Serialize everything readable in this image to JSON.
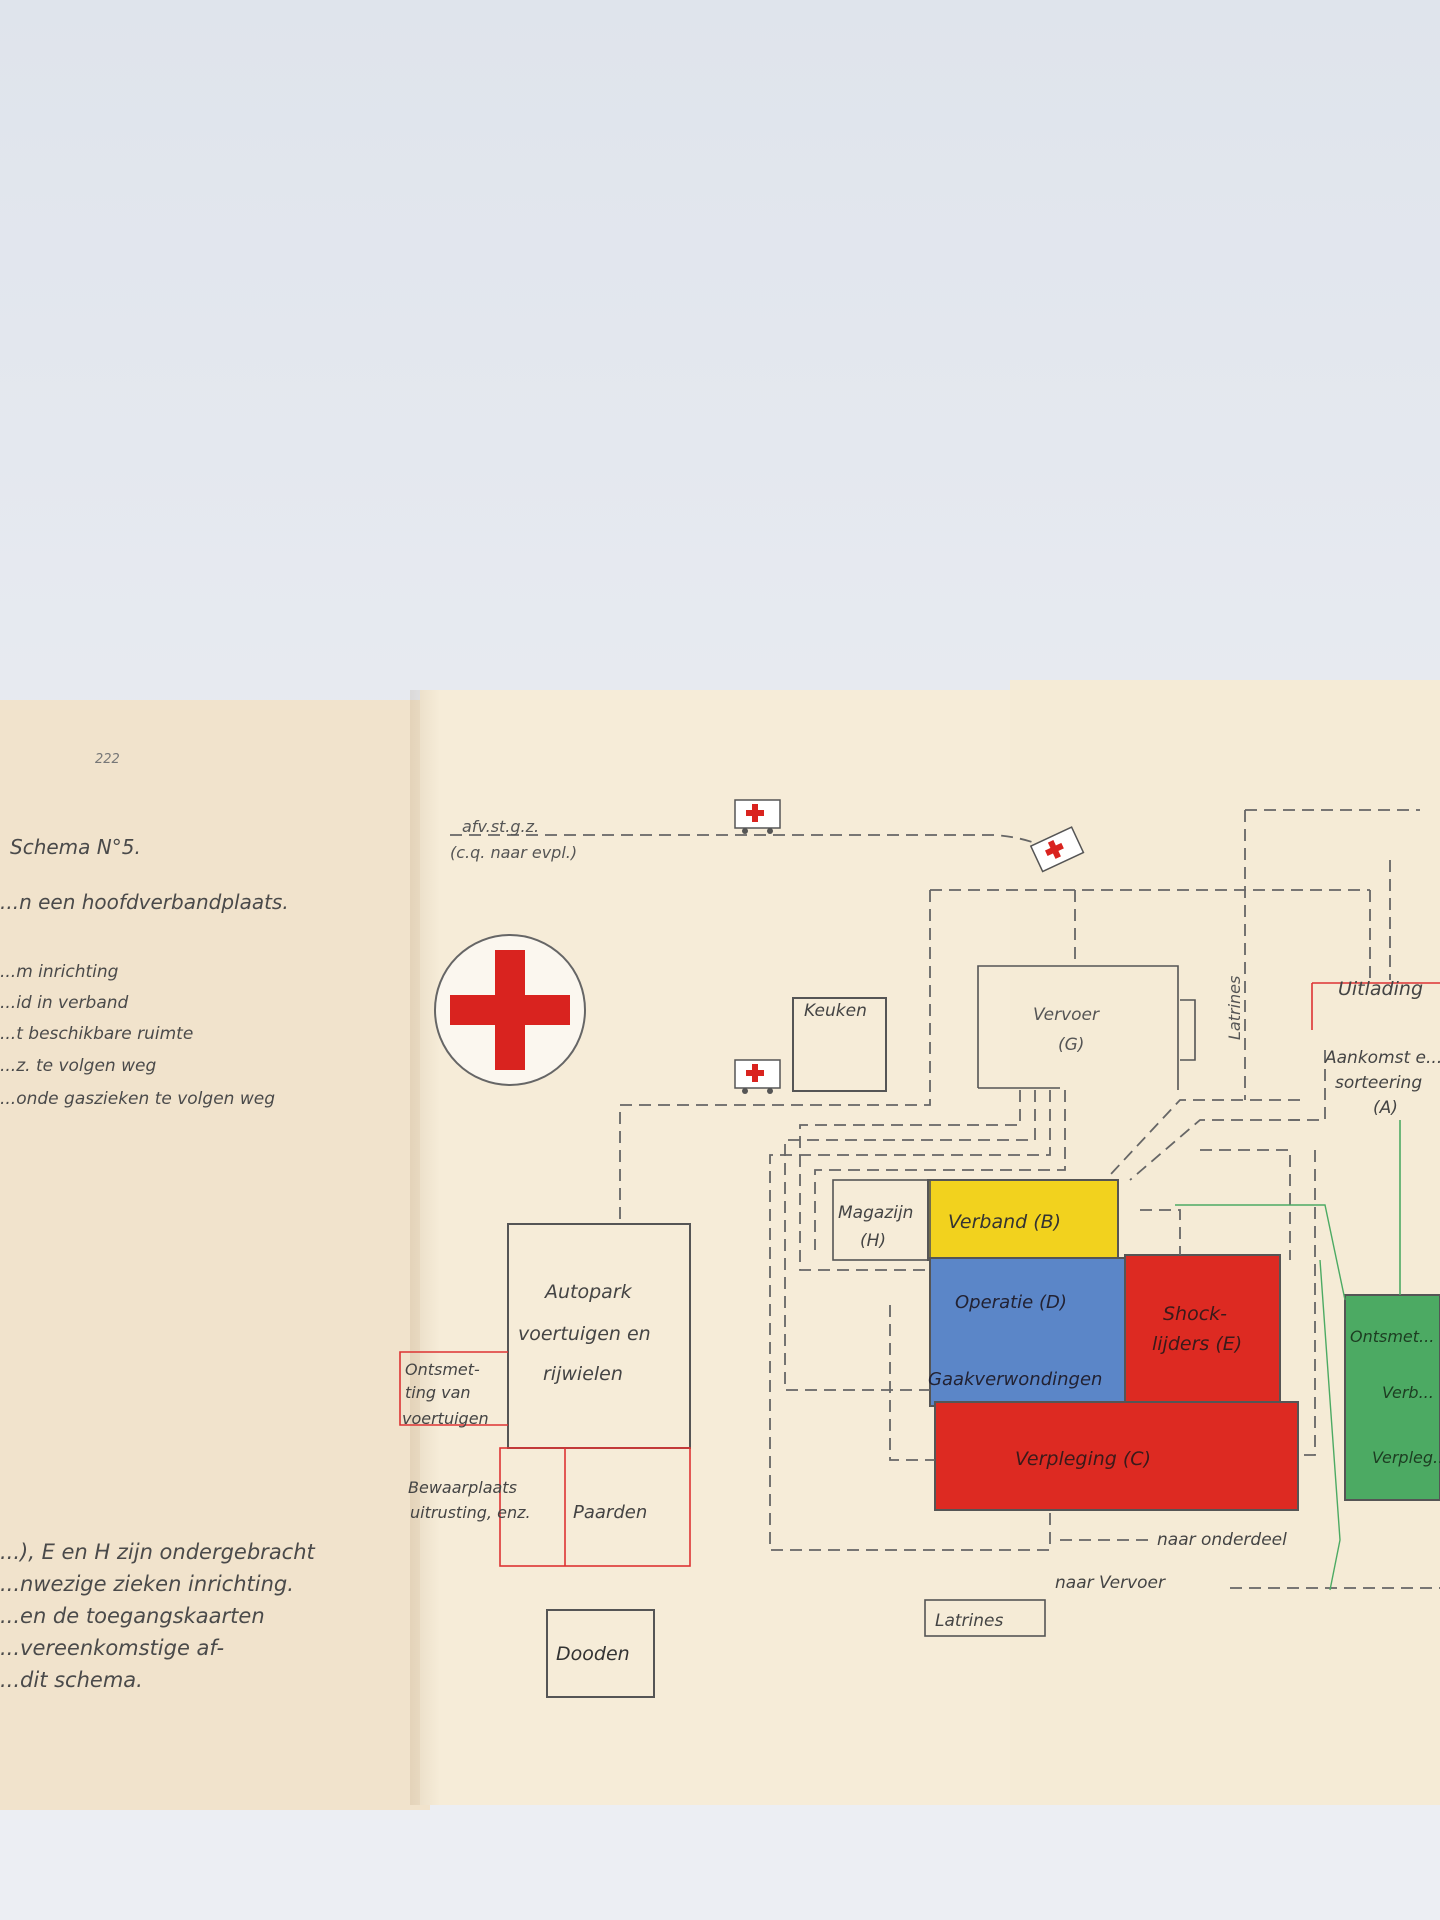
{
  "page_number": "222",
  "schema_title": "Schema N°5.",
  "subtitle": "...n een hoofdverbandplaats.",
  "legend_lines": [
    "...m inrichting",
    "...id in verband",
    "...t beschikbare ruimte",
    "...z. te volgen weg",
    "...onde gaszieken te volgen weg"
  ],
  "footnote_lines": [
    "...), E en H zijn ondergebracht",
    "...nwezige zieken inrichting.",
    "...en de toegangskaarten",
    "...vereenkomstige af-",
    "...dit schema."
  ],
  "route_label_1": "afv.st.g.z.",
  "route_label_2": "(c.q. naar evpl.)",
  "rooms": {
    "keuken": "Keuken",
    "vervoer": "Vervoer",
    "vervoer_code": "(G)",
    "latrines_vertical": "Latrines",
    "uitlading": "Uitlading",
    "aankomst_1": "Aankomst e...",
    "aankomst_2": "sorteering",
    "aankomst_code": "(A)",
    "magazijn": "Magazijn",
    "magazijn_code": "(H)",
    "verband": "Verband (B)",
    "operatie": "Operatie (D)",
    "shock_1": "Shock-",
    "shock_2": "lijders (E)",
    "gaak": "Gaakverwondingen",
    "verpleging": "Verpleging (C)",
    "autopark_1": "Autopark",
    "autopark_2": "voertuigen en",
    "autopark_3": "rijwielen",
    "ontsmet_1": "Ontsmet-",
    "ontsmet_2": "ting van",
    "ontsmet_3": "voertuigen",
    "bewaar_1": "Bewaarplaats",
    "bewaar_2": "uitrusting, enz.",
    "paarden": "Paarden",
    "dooden": "Dooden",
    "latrines_box": "Latrines",
    "naar_onderdeel": "naar onderdeel",
    "naar_vervoer": "naar Vervoer",
    "ontsmet_right": "Ontsmet...",
    "verband_right": "Verb...",
    "verpleg_right": "Verpleg..."
  },
  "colors": {
    "yellow": "#f2d21e",
    "blue": "#5b86c8",
    "red": "#dd2a22",
    "green": "#4caa63",
    "ink": "#555555",
    "cross": "#d9231f"
  }
}
